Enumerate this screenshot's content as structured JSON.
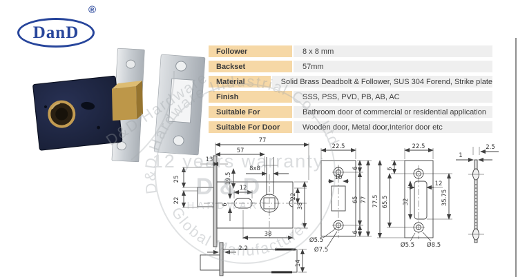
{
  "brand": {
    "name": "DanD",
    "registered": "®"
  },
  "spec_table": {
    "rows": [
      {
        "label": "Follower",
        "value": "8 x 8 mm"
      },
      {
        "label": "Backset",
        "value": "57mm"
      },
      {
        "label": "Material",
        "value": "Solid Brass Deadbolt & Follower,  SUS 304 Forend, Strike plate"
      },
      {
        "label": "Finish",
        "value": "SSS, PSS, PVD, PB, AB, AC"
      },
      {
        "label": "Suitable For",
        "value": "Bathroom door of commercial or residential application"
      },
      {
        "label": "Suitable For Door",
        "value": "Wooden door, Metal door,Interior door etc"
      }
    ]
  },
  "watermark": {
    "company": "D&D Hardware Industrial Co., Ltd",
    "slogan": "12 years warranty",
    "big": "D & D",
    "sub": "HARDWARE",
    "bottom": "Global Manufacturer",
    "fragment": "D&D Hardware"
  },
  "drawings": {
    "case_front": {
      "overall_width": "77",
      "backset": "57",
      "forend_offset": "13",
      "upper_left": "25",
      "lower_left": "22",
      "follower_depth": "19.5",
      "follower_square": "8x8",
      "slot_width": "12",
      "slot_height": "6",
      "right_upper": "22",
      "case_height": "38",
      "bottom_width": "38"
    },
    "case_side": {
      "forend_thickness": "2.2",
      "case_thickness": "14"
    },
    "strike_front": {
      "width": "22.5",
      "cutout_width": "10",
      "top_margin": "6",
      "hole_spacing": "65",
      "height": "77",
      "bottom_margin": "6",
      "hole_dia": "Ø5.5",
      "countersink_dia": "Ø7.5"
    },
    "forend_front": {
      "width": "22.5",
      "top_margin": "6",
      "height": "77.5",
      "hole_spacing": "65.5",
      "slot_height": "32",
      "slot_width": "12",
      "slot_offset": "35.75",
      "hole_dia": "Ø5.5",
      "countersink_dia": "Ø8.5"
    },
    "plate_side": {
      "outer_thickness": "2.5",
      "plate_thickness": "1"
    }
  }
}
